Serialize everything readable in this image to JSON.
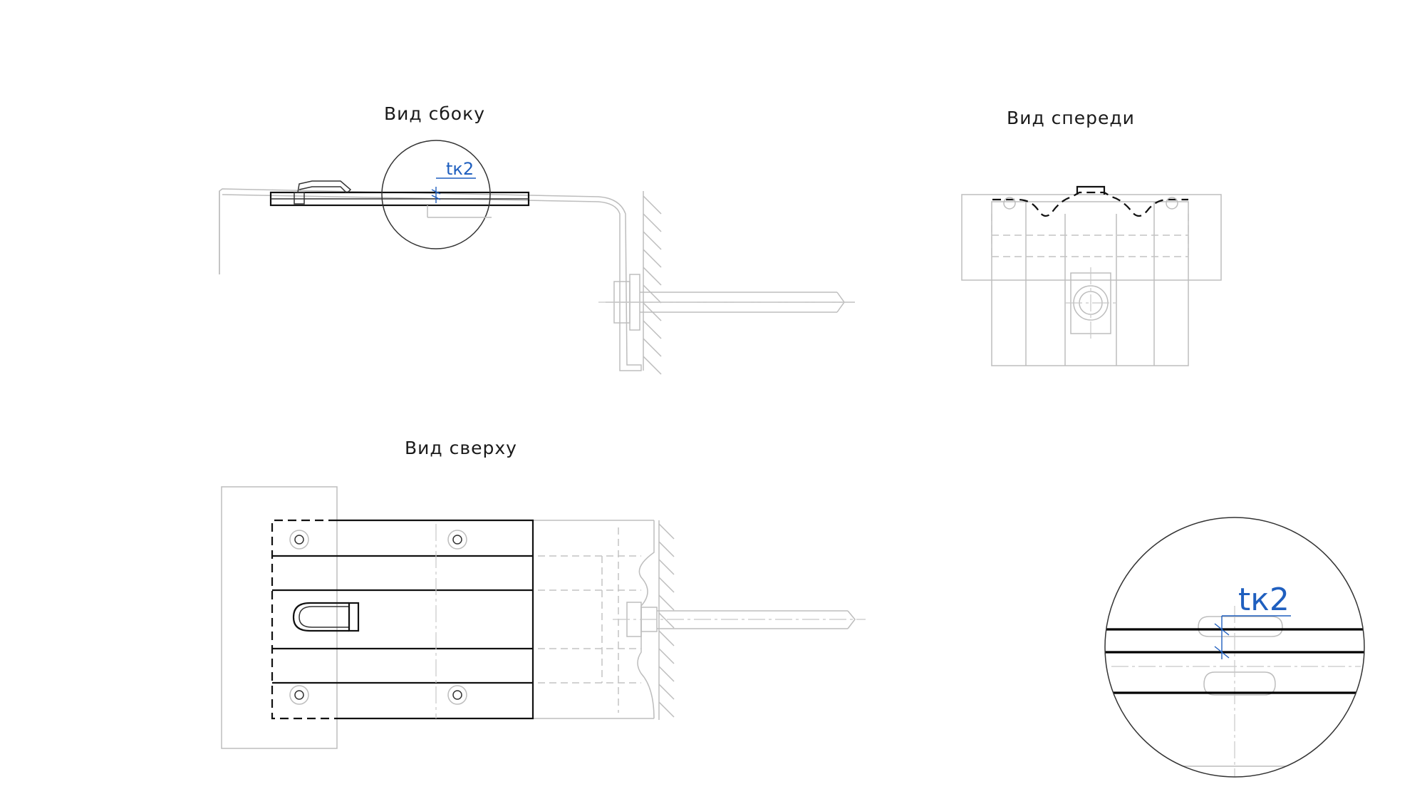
{
  "views": {
    "side": {
      "title": "Вид сбоку"
    },
    "front": {
      "title": "Вид спереди"
    },
    "top": {
      "title": "Вид сверху"
    }
  },
  "dimension": {
    "label": "tк2"
  },
  "detail": {
    "dimension_label": "tк2"
  }
}
